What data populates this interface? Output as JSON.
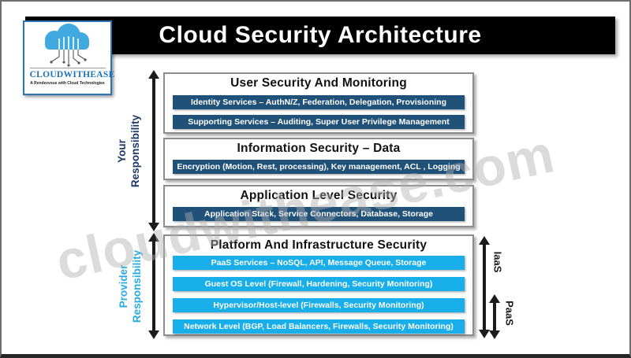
{
  "header": {
    "title": "Cloud Security Architecture"
  },
  "logo": {
    "name": "CLOUDWITHEASE",
    "tagline": "A Rendezvous with Cloud Technologies"
  },
  "watermark": {
    "text": "cloudwithease.com"
  },
  "responsibility": {
    "your": "Your Responsibility",
    "provider": "Provider Responsibility"
  },
  "service_models": {
    "iaas": "IaaS",
    "paas": "PaaS"
  },
  "boxes": [
    {
      "header": "User Security And Monitoring",
      "bars": [
        "Identity Services – AuthN/Z, Federation, Delegation, Provisioning",
        "Supporting Services – Auditing, Super User Privilege Management"
      ]
    },
    {
      "header": "Information Security – Data",
      "bars": [
        "Encryption (Motion, Rest, processing), Key management, ACL , Logging"
      ]
    },
    {
      "header": "Application Level Security",
      "bars": [
        "Application Stack, Service Connectors, Database, Storage"
      ]
    },
    {
      "header": "Platform And Infrastructure Security",
      "bars": [
        "PaaS Services – NoSQL, API, Message Queue, Storage",
        "Guest OS Level (Firewall, Hardening, Security Monitoring)",
        "Hypervisor/Host-level (Firewalls, Security Monitoring)",
        "Network Level (BGP, Load Balancers, Firewalls, Security Monitoring)"
      ]
    }
  ],
  "colors": {
    "banner_bg": "#000000",
    "dark_bar": "#1F5179",
    "light_bar": "#18AEE9",
    "your_label": "#1F3864",
    "provider_label": "#29ABE2",
    "logo_border": "#2E75B6",
    "logo_text": "#1C72B8"
  }
}
